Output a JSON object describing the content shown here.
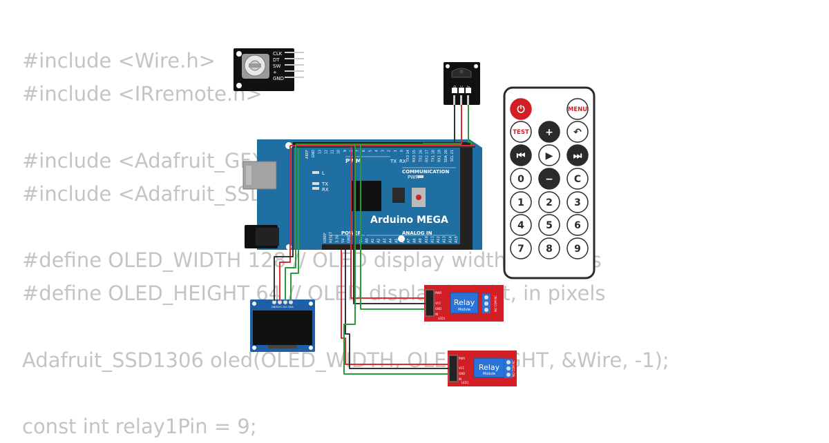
{
  "code_lines": [
    "#include <Wire.h>",
    "#include <IRremote.h>",
    "",
    "#include <Adafruit_GFX.h>",
    "#include <Adafruit_SSD1306.h>",
    "",
    "#define OLED_WIDTH 128 // OLED display width, in pixels",
    "#define OLED_HEIGHT 64 // OLED display height, in pixels",
    "",
    "Adafruit_SSD1306 oled(OLED_WIDTH, OLED_HEIGHT, &Wire, -1);",
    "",
    "const int relay1Pin = 9;"
  ],
  "encoder": {
    "pins": [
      "CLK",
      "DT",
      "SW",
      "+",
      "GND"
    ]
  },
  "ir_receiver": {
    "pins": [
      "GND",
      "VCC",
      "DAT"
    ]
  },
  "arduino": {
    "name": "Arduino MEGA",
    "pwm_label": "PWM",
    "comm_label": "COMMUNICATION",
    "power_label": "POWER",
    "analog_label": "ANALOG IN",
    "pwr_led_label": "PWR",
    "led_labels": [
      "L",
      "TX",
      "RX"
    ],
    "top_headers": [
      "AREF",
      "GND",
      "13",
      "12",
      "11",
      "10",
      "9",
      "8",
      "7",
      "6",
      "5",
      "4",
      "3",
      "2",
      "1",
      "0",
      "TX3 14",
      "RX3 15",
      "TX2 16",
      "RX2 17",
      "TX1 18",
      "RX1 19",
      "SDA 20",
      "SCL 21"
    ],
    "tx_rx_labels": [
      "TX",
      "RX"
    ],
    "bottom_headers": [
      "IOREF",
      "RESET",
      "3.3V",
      "5V",
      "GND",
      "GND",
      "Vin",
      "A0",
      "A1",
      "A2",
      "A3",
      "A4",
      "A5",
      "A6",
      "A7",
      "A8",
      "A9",
      "A10",
      "A11",
      "A12",
      "A13",
      "A14",
      "A15"
    ]
  },
  "oled": {
    "pins": [
      "GND",
      "VCC",
      "SCL",
      "SDA"
    ]
  },
  "relay": {
    "title": "Relay",
    "subtitle": "Module",
    "pins": [
      "VCC",
      "GND",
      "IN"
    ],
    "led_pwr": "PWR",
    "led_in": "LED1",
    "terminals": "NO COM NC"
  },
  "remote": {
    "buttons": [
      {
        "label": "⏻",
        "icon": "power-icon",
        "style": "power"
      },
      {
        "label": "",
        "style": "none"
      },
      {
        "label": "MENU",
        "style": "red"
      },
      {
        "label": "TEST",
        "style": "red"
      },
      {
        "label": "+",
        "style": "dark"
      },
      {
        "label": "↶",
        "icon": "back-icon",
        "style": "normal"
      },
      {
        "label": "⏮",
        "icon": "previous-icon",
        "style": "dark"
      },
      {
        "label": "▶",
        "icon": "play-icon",
        "style": "normal"
      },
      {
        "label": "⏭",
        "icon": "next-icon",
        "style": "dark"
      },
      {
        "label": "0",
        "style": "normal"
      },
      {
        "label": "−",
        "style": "dark"
      },
      {
        "label": "C",
        "style": "normal"
      },
      {
        "label": "1",
        "style": "normal"
      },
      {
        "label": "2",
        "style": "normal"
      },
      {
        "label": "3",
        "style": "normal"
      },
      {
        "label": "4",
        "style": "normal"
      },
      {
        "label": "5",
        "style": "normal"
      },
      {
        "label": "6",
        "style": "normal"
      },
      {
        "label": "7",
        "style": "normal"
      },
      {
        "label": "8",
        "style": "normal"
      },
      {
        "label": "9",
        "style": "normal"
      }
    ]
  },
  "colors": {
    "board": "#1f6fa3",
    "relay": "#d21f26",
    "wire_red": "#e0282e",
    "wire_green": "#2b9a3a",
    "wire_black": "#333333",
    "code_text": "#c4c4c4"
  }
}
